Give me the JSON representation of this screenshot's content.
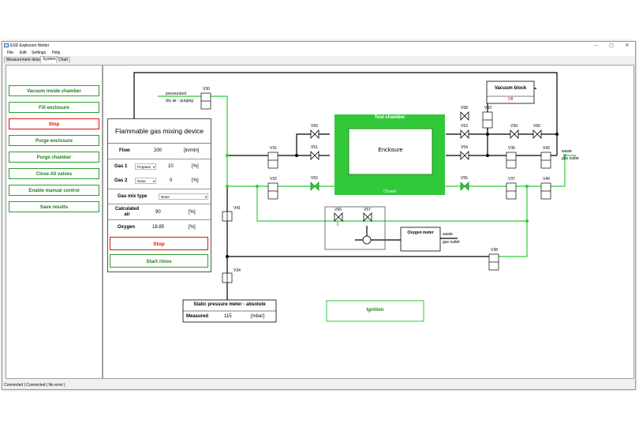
{
  "window": {
    "title": "ESD Explosion Wetter",
    "controls": [
      "–",
      "▢",
      "✕"
    ]
  },
  "menu": [
    "File",
    "Edit",
    "Settings",
    "Help"
  ],
  "tabs": [
    "Measurement details",
    "System",
    "Chart"
  ],
  "left_buttons": [
    "Vacuum inside chamber",
    "Fill enclosure",
    "Stop",
    "Purge enclosure",
    "Purge chamber",
    "Close All valves",
    "Enable manual control",
    "Save results"
  ],
  "mixing": {
    "title": "Flammable gas mixing device",
    "flow": {
      "label": "Flow",
      "value": "200",
      "unit": "[ln/min]"
    },
    "gas1": {
      "label": "Gas 1",
      "type": "Propane",
      "value": "10",
      "unit": "[%]"
    },
    "gas2": {
      "label": "Gas 2",
      "type": "None",
      "value": "0",
      "unit": "[%]"
    },
    "mix_type": {
      "label": "Gas mix type",
      "value": "None"
    },
    "calc_air": {
      "label_line1": "Calculated",
      "label_line2": "air",
      "value": "90",
      "unit": "[%]"
    },
    "oxygen": {
      "label": "Oxygen",
      "value": "18.85",
      "unit": "[%]"
    },
    "stop_label": "Stop",
    "start_label": "Start rinos"
  },
  "vacuum_block": {
    "title": "Vacuum block",
    "status": "Off"
  },
  "test_chamber": {
    "title": "Test chamber",
    "enclosure": "Enclosure",
    "status": "Closed"
  },
  "oxygen_meter": {
    "title": "Oxygen meter"
  },
  "static_pressure": {
    "title": "Static pressure meter - absolute",
    "label": "Measured",
    "value": "115",
    "unit": "[mbar]"
  },
  "ignition_label": "Ignition",
  "labels": {
    "pressurized": "pressurized",
    "dry_air": "dry air - purging",
    "waste1": "waste",
    "gas_outlet1": "gas outlet",
    "waste2": "waste",
    "gas_outlet2": "gas outlet"
  },
  "valves": [
    "V30",
    "V31",
    "V32",
    "V33",
    "V34",
    "V36",
    "V37",
    "V38",
    "V39",
    "V40",
    "V41",
    "V42",
    "V50",
    "V51",
    "V52",
    "V53",
    "V54",
    "V55",
    "V56",
    "V57",
    "V58",
    "V60"
  ],
  "status_text": "Connected  |  Connected  |  No error  |",
  "colors": {
    "green": "#2ecc3a",
    "green_dark": "#1b7f1b",
    "red": "#dd1111",
    "pipe": "#000000"
  }
}
